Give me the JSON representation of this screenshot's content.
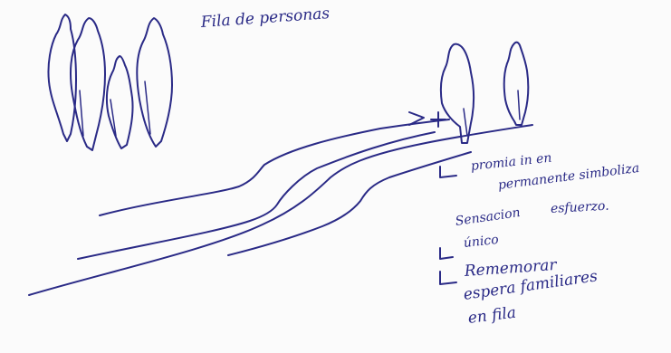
{
  "title": "Fila de personas",
  "notes": [
    "promia in en",
    "permanente simboliza",
    "esfuerzo.",
    "Sensacion",
    "único",
    "Rememorar",
    "espera familiares",
    "en fila"
  ],
  "ink_color": "#2a2a86",
  "paper_color": "#fbfbfb"
}
